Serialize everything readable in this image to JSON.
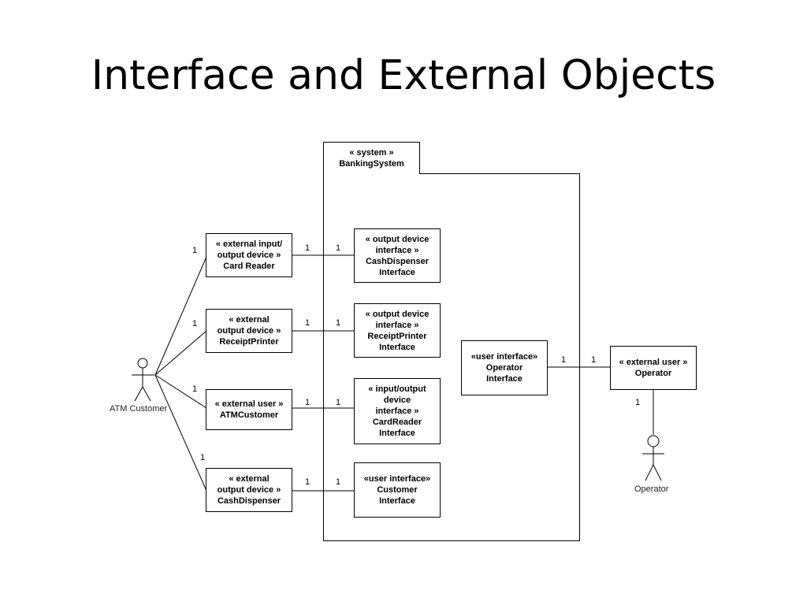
{
  "title": "Interface and External Objects",
  "system": {
    "stereotype": "« system »",
    "name": "BankingSystem"
  },
  "external_objects": {
    "card_reader": {
      "lines": [
        "« external input/",
        "output device »",
        "Card Reader"
      ]
    },
    "receipt_printer": {
      "lines": [
        "« external",
        "output device »",
        "ReceiptPrinter"
      ]
    },
    "atm_customer": {
      "lines": [
        "« external user »",
        "ATMCustomer"
      ]
    },
    "cash_dispenser": {
      "lines": [
        "« external",
        "output device »",
        "CashDispenser"
      ]
    },
    "operator": {
      "lines": [
        "« external user »",
        "Operator"
      ]
    }
  },
  "interfaces": {
    "cash_dispenser_interface": {
      "lines": [
        "« output device",
        "interface »",
        "CashDispenser",
        "Interface"
      ]
    },
    "receipt_printer_interface": {
      "lines": [
        "« output device",
        "interface »",
        "ReceiptPrinter",
        "Interface"
      ]
    },
    "card_reader_interface": {
      "lines": [
        "« input/output",
        "device",
        "interface »",
        "CardReader",
        "Interface"
      ]
    },
    "customer_interface": {
      "lines": [
        "«user interface»",
        "Customer",
        "Interface"
      ]
    },
    "operator_interface": {
      "lines": [
        "«user interface»",
        "Operator",
        "Interface"
      ]
    }
  },
  "actors": {
    "atm_customer": "ATM Customer",
    "operator": "Operator"
  },
  "multiplicity": "1"
}
